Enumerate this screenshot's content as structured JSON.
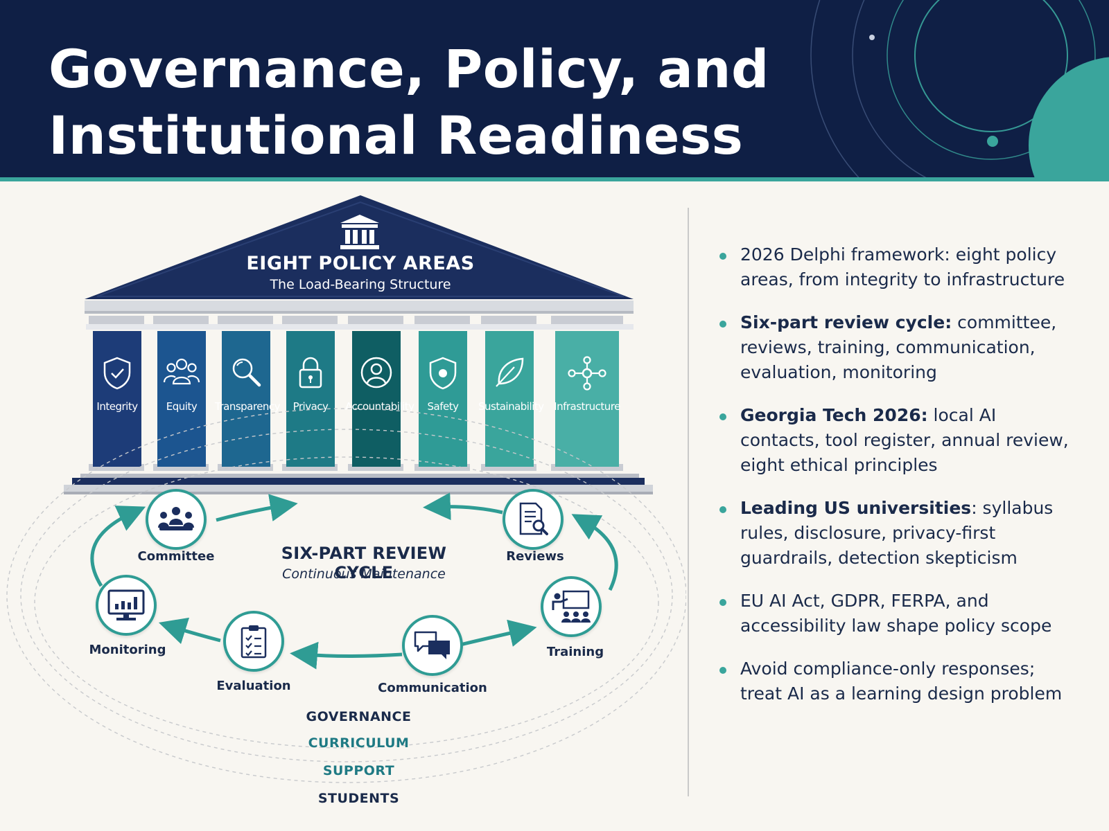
{
  "header": {
    "title_line1": "Governance, Policy, and",
    "title_line2": "Institutional Readiness"
  },
  "colors": {
    "navy": "#0f1f45",
    "teal": "#3aa59c",
    "background": "#f8f6f1",
    "pillar_shades": [
      "#1d3c78",
      "#1c5590",
      "#1e6790",
      "#1e7a86",
      "#0f5e63",
      "#2f9b96",
      "#3aa59c",
      "#49afa6"
    ]
  },
  "temple": {
    "icon": "institution-icon",
    "title": "EIGHT POLICY AREAS",
    "subtitle": "The Load-Bearing Structure",
    "pillars": [
      {
        "label": "Integrity",
        "icon": "shield-check-icon"
      },
      {
        "label": "Equity",
        "icon": "people-group-icon"
      },
      {
        "label": "Transparency",
        "icon": "magnifier-icon"
      },
      {
        "label": "Privacy",
        "icon": "lock-icon"
      },
      {
        "label": "Accountability",
        "icon": "person-circle-icon"
      },
      {
        "label": "Safety",
        "icon": "shield-icon"
      },
      {
        "label": "Sustainability",
        "icon": "leaf-icon"
      },
      {
        "label": "Infrastructure",
        "icon": "network-icon"
      }
    ]
  },
  "cycle": {
    "title": "SIX-PART REVIEW CYCLE",
    "subtitle": "Continuous Maintenance",
    "steps": [
      {
        "label": "Committee",
        "icon": "meeting-icon"
      },
      {
        "label": "Reviews",
        "icon": "document-search-icon"
      },
      {
        "label": "Training",
        "icon": "presentation-icon"
      },
      {
        "label": "Communication",
        "icon": "chat-bubbles-icon"
      },
      {
        "label": "Evaluation",
        "icon": "clipboard-checklist-icon"
      },
      {
        "label": "Monitoring",
        "icon": "monitor-chart-icon"
      }
    ]
  },
  "layers": [
    "GOVERNANCE",
    "CURRICULUM",
    "SUPPORT",
    "STUDENTS"
  ],
  "bullets": [
    {
      "lead": "",
      "text": "2026 Delphi framework: eight policy areas, from integrity to infrastructure"
    },
    {
      "lead": "Six-part review cycle:",
      "text": " committee, reviews, training, communication, evaluation, monitoring"
    },
    {
      "lead": "Georgia Tech 2026:",
      "text": " local AI contacts, tool register, annual review, eight ethical principles"
    },
    {
      "lead": "Leading US universities",
      "text": ": syllabus rules, disclosure, privacy-first guardrails, detection skepticism"
    },
    {
      "lead": "",
      "text": "EU AI Act, GDPR, FERPA, and accessibility law shape policy scope"
    },
    {
      "lead": "",
      "text": "Avoid compliance-only responses; treat AI as a learning design problem"
    }
  ]
}
